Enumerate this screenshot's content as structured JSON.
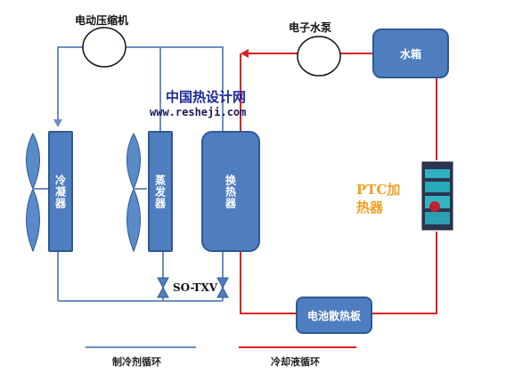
{
  "labels": {
    "compressor": "电动压缩机",
    "pump": "电子水泵",
    "tank": "水箱",
    "condenser": "冷凝器",
    "evaporator": "蒸发器",
    "heat_exchanger": "换热器",
    "txv": "SO-TXV",
    "battery_plate": "电池散热板",
    "ptc_heater": "PTC加热器"
  },
  "watermark": {
    "cn": "中国热设计网",
    "url": "www.resheji.com"
  },
  "legend": {
    "refrigerant": "制冷剂循环",
    "coolant": "冷却液循环"
  },
  "colors": {
    "refrigerant_line": "#6c8ebf",
    "coolant_line": "#e02020",
    "component_fill": "#4f7ec0",
    "ptc_text": "#f0a020"
  }
}
